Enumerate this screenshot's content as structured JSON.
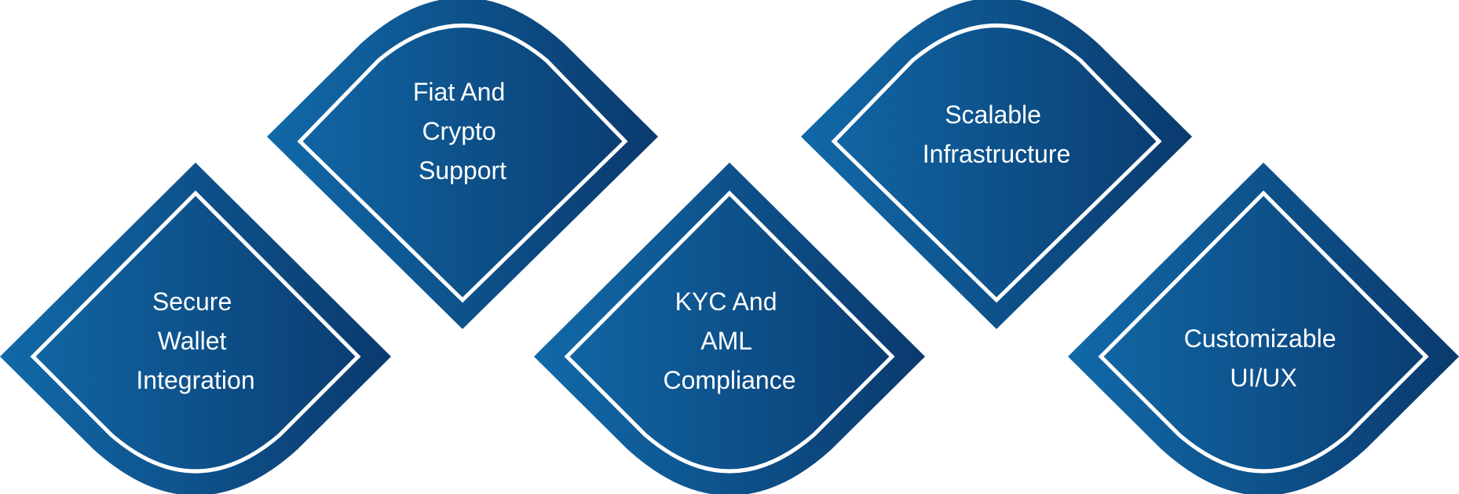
{
  "colors": {
    "background": "#ffffff",
    "outer_gradient_start": "#1169a8",
    "outer_gradient_end": "#0a3a6e",
    "inner_gradient_start": "#0a64a4",
    "inner_gradient_end": "#03265a",
    "border": "#ffffff",
    "text": "#ffffff"
  },
  "features": [
    {
      "label_lines": [
        "Secure",
        "Wallet",
        "Integration"
      ],
      "orientation": "round-bottom"
    },
    {
      "label_lines": [
        "Fiat And",
        "Crypto",
        "Support"
      ],
      "orientation": "round-top"
    },
    {
      "label_lines": [
        "KYC And",
        "AML",
        "Compliance"
      ],
      "orientation": "round-bottom"
    },
    {
      "label_lines": [
        "Scalable",
        "Infrastructure"
      ],
      "orientation": "round-top"
    },
    {
      "label_lines": [
        "Customizable",
        "UI/UX"
      ],
      "orientation": "round-bottom"
    }
  ]
}
